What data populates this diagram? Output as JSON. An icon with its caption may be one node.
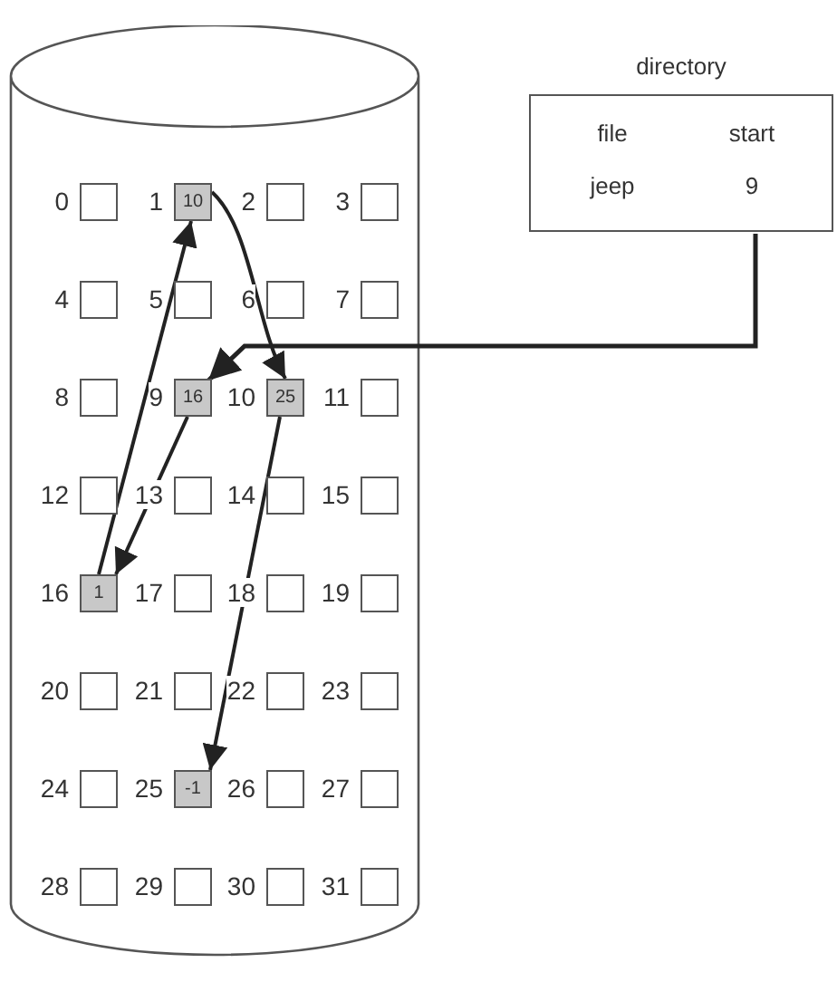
{
  "diagram": {
    "nodes": [
      {
        "text": [],
        "shape": "cylinder"
      },
      {
        "text": [],
        "shape": "box",
        "beside": [
          "0"
        ],
        "in": 0
      },
      {
        "text": [
          "10"
        ],
        "beside": [
          "1"
        ],
        "in": 0
      },
      {
        "text": [],
        "shape": "box",
        "beside": [
          "2"
        ],
        "in": 0
      },
      {
        "text": [],
        "shape": "box",
        "beside": [
          "3"
        ],
        "in": 0
      },
      {
        "text": [],
        "shape": "box",
        "beside": [
          "4"
        ],
        "in": 0
      },
      {
        "text": [],
        "shape": "box",
        "beside": [
          "5"
        ],
        "in": 0
      },
      {
        "text": [],
        "shape": "box",
        "beside": [
          "6"
        ],
        "in": 0
      },
      {
        "text": [],
        "shape": "box",
        "beside": [
          "7"
        ],
        "in": 0
      },
      {
        "text": [],
        "shape": "box",
        "beside": [
          "8"
        ],
        "in": 0
      },
      {
        "text": [
          "16"
        ],
        "beside": [
          "9"
        ],
        "in": 0
      },
      {
        "text": [
          "25"
        ],
        "beside": [
          "10"
        ],
        "in": 0
      },
      {
        "text": [],
        "shape": "box",
        "beside": [
          "11"
        ],
        "in": 0
      },
      {
        "text": [],
        "shape": "box",
        "beside": [
          "12"
        ],
        "in": 0
      },
      {
        "text": [],
        "shape": "box",
        "beside": [
          "13"
        ],
        "in": 0
      },
      {
        "text": [],
        "shape": "box",
        "beside": [
          "14"
        ],
        "in": 0
      },
      {
        "text": [],
        "shape": "box",
        "beside": [
          "15"
        ],
        "in": 0
      },
      {
        "text": [
          "1"
        ],
        "beside": [
          "16"
        ],
        "in": 0
      },
      {
        "text": [],
        "shape": "box",
        "beside": [
          "17"
        ],
        "in": 0
      },
      {
        "text": [],
        "shape": "box",
        "beside": [
          "18"
        ],
        "in": 0
      },
      {
        "text": [],
        "shape": "box",
        "beside": [
          "19"
        ],
        "in": 0
      },
      {
        "text": [],
        "shape": "box",
        "beside": [
          "20"
        ],
        "in": 0
      },
      {
        "text": [],
        "shape": "box",
        "beside": [
          "21"
        ],
        "in": 0
      },
      {
        "text": [],
        "shape": "box",
        "beside": [
          "22"
        ],
        "in": 0
      },
      {
        "text": [],
        "shape": "box",
        "beside": [
          "23"
        ],
        "in": 0
      },
      {
        "text": [],
        "shape": "box",
        "beside": [
          "24"
        ],
        "in": 0
      },
      {
        "text": [
          "-1"
        ],
        "beside": [
          "25"
        ],
        "in": 0
      },
      {
        "text": [],
        "shape": "box",
        "beside": [
          "26"
        ],
        "in": 0
      },
      {
        "text": [],
        "shape": "box",
        "beside": [
          "27"
        ],
        "in": 0
      },
      {
        "text": [],
        "shape": "box",
        "beside": [
          "28"
        ],
        "in": 0
      },
      {
        "text": [],
        "shape": "box",
        "beside": [
          "29"
        ],
        "in": 0
      },
      {
        "text": [],
        "shape": "box",
        "beside": [
          "30"
        ],
        "in": 0
      },
      {
        "text": [],
        "shape": "box",
        "beside": [
          "31"
        ],
        "in": 0
      },
      {
        "text": [
          "directory",
          "file",
          "start",
          "jeep",
          "9"
        ]
      }
    ],
    "edges": [
      {
        "from": 33,
        "to": 10,
        "arrow": "to"
      },
      {
        "from": 10,
        "to": 17,
        "arrow": "to"
      },
      {
        "from": 17,
        "to": 2,
        "arrow": "to"
      },
      {
        "from": 2,
        "to": 11,
        "arrow": "to"
      },
      {
        "from": 11,
        "to": 26,
        "arrow": "to"
      }
    ]
  }
}
